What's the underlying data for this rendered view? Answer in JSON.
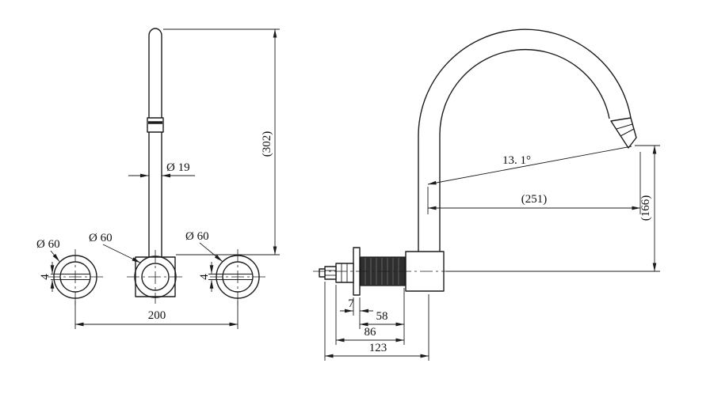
{
  "front_view": {
    "spout_diameter_label": "Ø 19",
    "overall_height_label": "(302)",
    "left_handle_diameter_label": "Ø 60",
    "center_body_diameter_label": "Ø 60",
    "right_handle_diameter_label": "Ø 60",
    "left_slot_width_label": "4",
    "right_slot_width_label": "4",
    "handle_spacing_label": "200"
  },
  "side_view": {
    "spout_angle_label": "13. 1°",
    "spout_reach_label": "(251)",
    "spout_height_label": "(166)",
    "flange_thickness_label": "7",
    "shank_length_label": "58",
    "shank_depth_label": "86",
    "overall_depth_label": "123"
  },
  "colors": {
    "line": "#1c1c1c",
    "shank_fill": "#2f2f2f",
    "paper": "#ffffff"
  }
}
